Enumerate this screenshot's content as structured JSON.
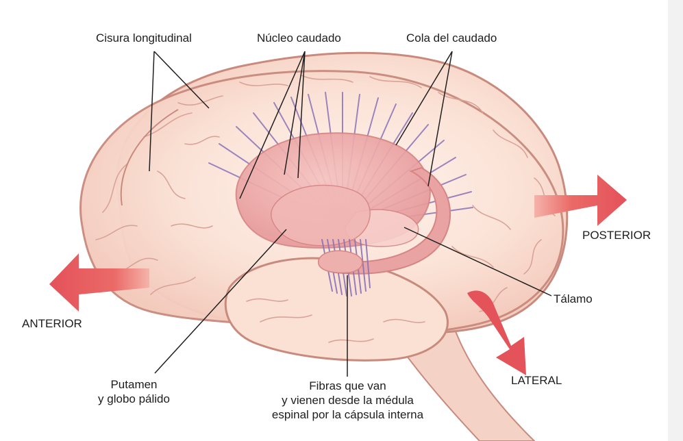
{
  "labels": {
    "cisura_longitudinal": "Cisura longitudinal",
    "nucleo_caudado": "Núcleo caudado",
    "cola_del_caudado": "Cola del caudado",
    "posterior": "POSTERIOR",
    "anterior": "ANTERIOR",
    "talamo": "Tálamo",
    "lateral": "LATERAL",
    "putamen_line1": "Putamen",
    "putamen_line2": "y globo pálido",
    "fibras_line1": "Fibras que van",
    "fibras_line2": "y vienen desde la médula",
    "fibras_line3": "espinal por la cápsula interna"
  },
  "colors": {
    "brain_fill": "#f9dcd0",
    "brain_outline": "#c98a7e",
    "caudate": "#eeaaa6",
    "fibers": "#8b73b8",
    "arrow": "#e4525a"
  }
}
